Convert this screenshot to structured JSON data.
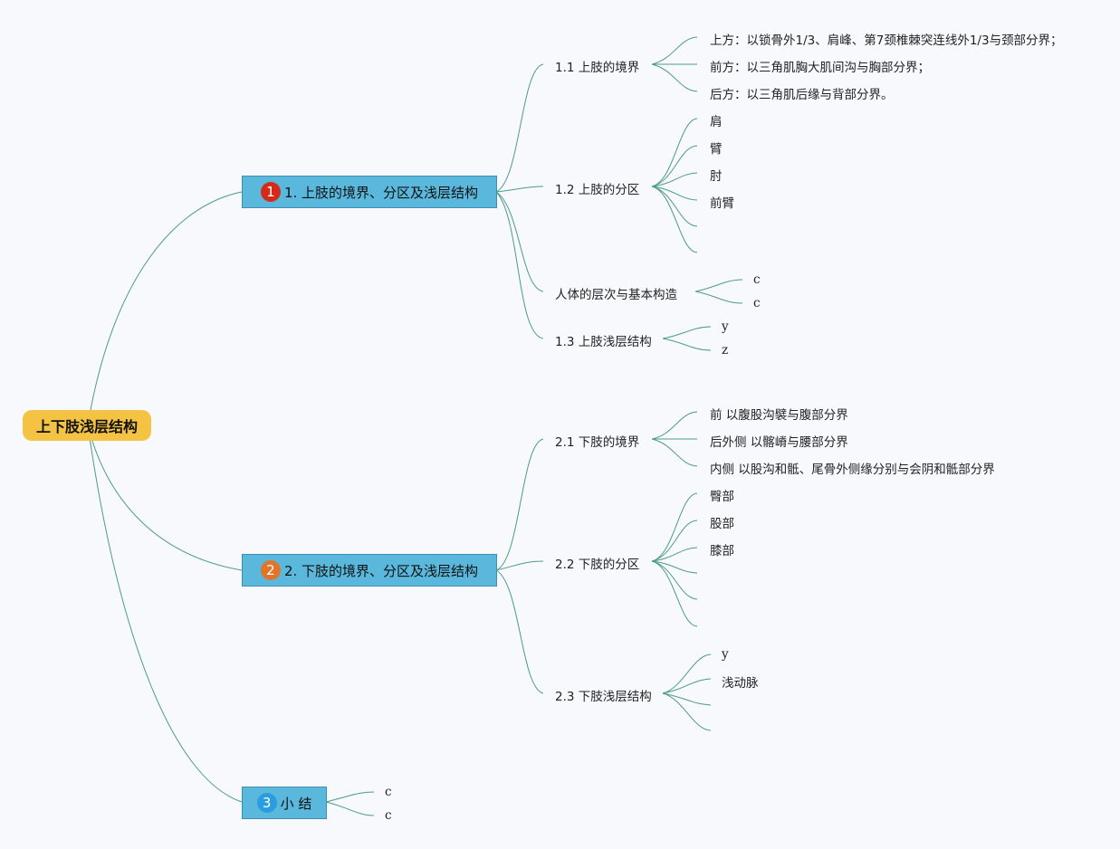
{
  "root": {
    "label": "上下肢浅层结构",
    "color": "#f5c343"
  },
  "branches": [
    {
      "badge": "1",
      "badge_color": "#d42a1a",
      "label": "1. 上肢的境界、分区及浅层结构",
      "children": [
        {
          "label": "1.1 上肢的境界",
          "leaves": [
            "上方：以锁骨外1/3、肩峰、第7颈椎棘突连线外1/3与颈部分界；",
            "前方：以三角肌胸大肌间沟与胸部分界；",
            "后方：以三角肌后缘与背部分界。"
          ]
        },
        {
          "label": "1.2 上肢的分区",
          "leaves": [
            "肩",
            "臂",
            "肘",
            "前臂",
            "",
            ""
          ]
        },
        {
          "label": "人体的层次与基本构造",
          "leaves": [
            "c",
            "c"
          ]
        },
        {
          "label": "1.3 上肢浅层结构",
          "leaves": [
            "y",
            "z"
          ]
        }
      ]
    },
    {
      "badge": "2",
      "badge_color": "#e0742a",
      "label": "2. 下肢的境界、分区及浅层结构",
      "children": [
        {
          "label": "2.1 下肢的境界",
          "leaves": [
            "前 以腹股沟襞与腹部分界",
            "后外侧 以髂嵴与腰部分界",
            "内侧 以股沟和骶、尾骨外侧缘分别与会阴和骶部分界"
          ]
        },
        {
          "label": "2.2 下肢的分区",
          "leaves": [
            "臀部",
            "股部",
            "膝部",
            "",
            "",
            ""
          ]
        },
        {
          "label": "2.3 下肢浅层结构",
          "leaves": [
            "y",
            "浅动脉",
            "",
            ""
          ]
        }
      ]
    },
    {
      "badge": "3",
      "badge_color": "#2a9ce0",
      "label": "小 结",
      "leaves": [
        "c",
        "c"
      ]
    }
  ],
  "colors": {
    "background": "#f7f9fd",
    "branch_fill": "#5ab8dc",
    "link": "#4e9a8c"
  }
}
